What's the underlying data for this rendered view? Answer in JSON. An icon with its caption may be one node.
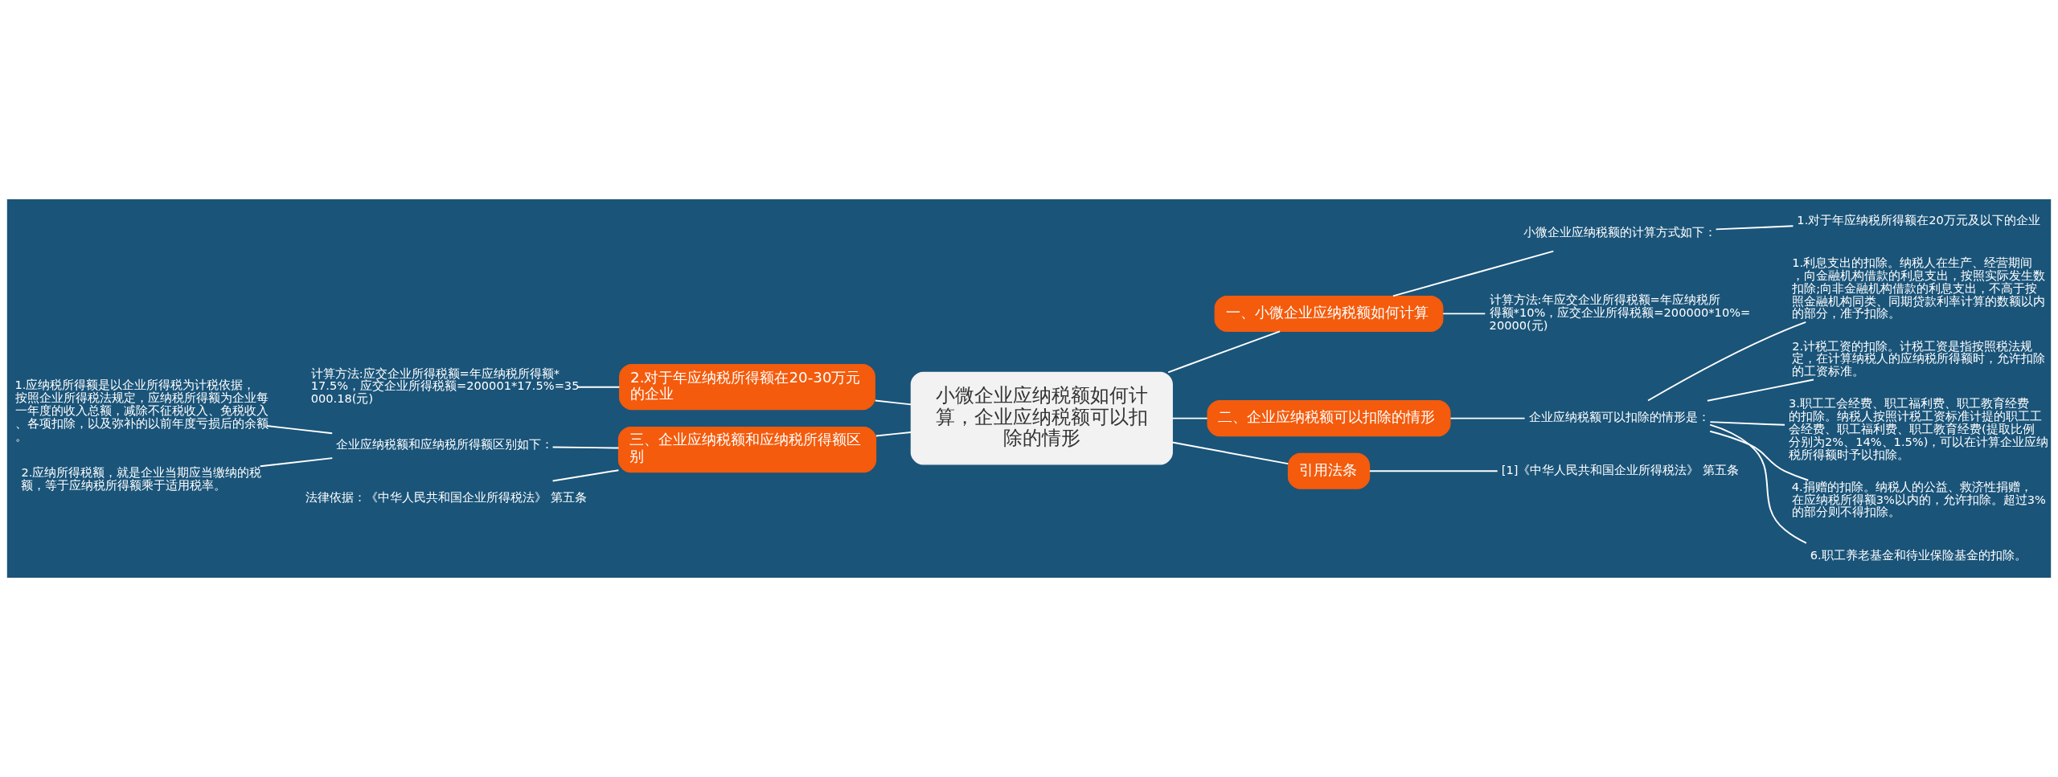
{
  "diagram": {
    "nodes": [
      {
        "text": [
          "小微企业应纳税额如何计算，企业应纳税额可以扣除的情形"
        ]
      },
      {
        "text": [
          "一、小微企业应纳税额如何计算"
        ]
      },
      {
        "text": [
          "小微企业应纳税额的计算方式如下："
        ]
      },
      {
        "text": [
          "1.对于年应纳税所得额在20万元及以下的企业"
        ]
      },
      {
        "text": [
          "计算方法:年应交企业所得税额=年应纳税所得额*10%，应交企业所得税额=200000*10%=20000(元)"
        ]
      },
      {
        "text": [
          "二、企业应纳税额可以扣除的情形"
        ]
      },
      {
        "text": [
          "企业应纳税额可以扣除的情形是："
        ]
      },
      {
        "text": [
          "1.利息支出的扣除。纳税人在生产、经营期间，向金融机构借款的利息支出，按照实际发生数扣除;向非金融机构借款的利息支出，不高于按照金融机构同类、同期贷款利率计算的数额以内的部分，准予扣除。"
        ]
      },
      {
        "text": [
          "2.计税工资的扣除。计税工资是指按照税法规定，在计算纳税人的应纳税所得额时，允许扣除的工资标准。"
        ]
      },
      {
        "text": [
          "3.职工工会经费、职工福利费、职工教育经费的扣除。纳税人按照计税工资标准计提的职工工会经费、职工福利费、职工教育经费(提取比例分别为2%、14%、1.5%)，可以在计算企业应纳税所得额时予以扣除。"
        ]
      },
      {
        "text": [
          "4.捐赠的扣除。纳税人的公益、救济性捐赠，在应纳税所得额3%以内的，允许扣除。超过3%的部分则不得扣除。"
        ]
      },
      {
        "text": [
          "6.职工养老基金和待业保险基金的扣除。"
        ]
      },
      {
        "text": [
          "引用法条"
        ]
      },
      {
        "text": [
          "[1]《中华人民共和国企业所得税法》 第五条"
        ]
      },
      {
        "text": [
          "2.对于年应纳税所得额在20-30万元的企业"
        ]
      },
      {
        "text": [
          "计算方法:应交企业所得税额=年应纳税所得额*17.5%，应交企业所得税额=200001*17.5%=35000.18(元)"
        ]
      },
      {
        "text": [
          "三、企业应纳税额和应纳税所得额区别"
        ]
      },
      {
        "text": [
          "企业应纳税额和应纳税所得额区别如下："
        ]
      },
      {
        "text": [
          "1.应纳税所得额是以企业所得税为计税依据，按照企业所得税法规定，应纳税所得额为企业每一年度的收入总额，减除不征税收入、免税收入、各项扣除，以及弥补的以前年度亏损后的余额。"
        ]
      },
      {
        "text": [
          "2.应纳所得税额，就是企业当期应当缴纳的税额，等于应纳税所得额乘于适用税率。"
        ]
      },
      {
        "text": [
          "法律依据：《中华人民共和国企业所得税法》 第五条"
        ]
      }
    ],
    "edges": [
      {
        "from": 0,
        "to": 1,
        "arrow": "none"
      },
      {
        "from": 1,
        "to": 2,
        "arrow": "none"
      },
      {
        "from": 2,
        "to": 3,
        "arrow": "none"
      },
      {
        "from": 1,
        "to": 4,
        "arrow": "none"
      },
      {
        "from": 0,
        "to": 5,
        "arrow": "none"
      },
      {
        "from": 5,
        "to": 6,
        "arrow": "none"
      },
      {
        "from": 6,
        "to": 7,
        "arrow": "none"
      },
      {
        "from": 6,
        "to": 8,
        "arrow": "none"
      },
      {
        "from": 6,
        "to": 9,
        "arrow": "none"
      },
      {
        "from": 6,
        "to": 10,
        "arrow": "none"
      },
      {
        "from": 6,
        "to": 11,
        "arrow": "none"
      },
      {
        "from": 0,
        "to": 12,
        "arrow": "none"
      },
      {
        "from": 12,
        "to": 13,
        "arrow": "none"
      },
      {
        "from": 0,
        "to": 14,
        "arrow": "none"
      },
      {
        "from": 14,
        "to": 15,
        "arrow": "none"
      },
      {
        "from": 0,
        "to": 16,
        "arrow": "none"
      },
      {
        "from": 16,
        "to": 17,
        "arrow": "none"
      },
      {
        "from": 17,
        "to": 18,
        "arrow": "none"
      },
      {
        "from": 17,
        "to": 19,
        "arrow": "none"
      },
      {
        "from": 16,
        "to": 20,
        "arrow": "none"
      }
    ]
  }
}
